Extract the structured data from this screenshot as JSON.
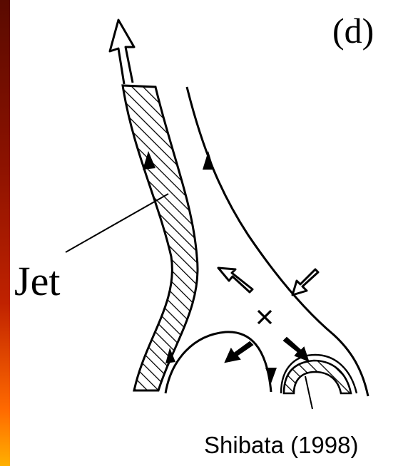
{
  "figure": {
    "panel_label": "(d)",
    "jet_label": "Jet",
    "credit": "Shibata (1998)",
    "x_marker": "×"
  },
  "colors": {
    "ink": "#000000",
    "background": "#ffffff",
    "edge_dark": "#5a0a00",
    "edge_red": "#b01e00",
    "edge_orange": "#ff8a00"
  }
}
